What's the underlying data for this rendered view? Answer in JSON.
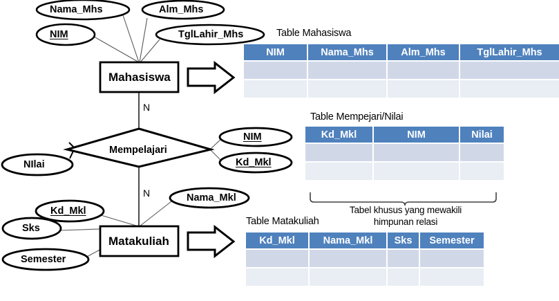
{
  "diagram": {
    "title": "ER Diagram - Mahasiswa Mempelajari Matakuliah",
    "colors": {
      "header_fill": "#4f81bd",
      "row_odd": "#d0d8e8",
      "row_even": "#e9edf4",
      "stroke": "#000000",
      "connector": "#595959"
    }
  },
  "entities": [
    {
      "id": "mahasiswa",
      "label": "Mahasiswa"
    },
    {
      "id": "matakuliah",
      "label": "Matakuliah"
    }
  ],
  "relationships": [
    {
      "id": "mempelajari",
      "label": "Mempelajari"
    }
  ],
  "attributes": {
    "mahasiswa": [
      {
        "label": "Nama_Mhs",
        "key": false
      },
      {
        "label": "NIM",
        "key": true
      },
      {
        "label": "Alm_Mhs",
        "key": false
      },
      {
        "label": "TglLahir_Mhs",
        "key": false
      }
    ],
    "mempelajari": [
      {
        "label": "NIlai",
        "key": false
      },
      {
        "label": "NIM",
        "key": true
      },
      {
        "label": "Kd_Mkl",
        "key": true
      }
    ],
    "matakuliah": [
      {
        "label": "Kd_Mkl",
        "key": true
      },
      {
        "label": "Sks",
        "key": false
      },
      {
        "label": "Semester",
        "key": false
      },
      {
        "label": "Nama_Mkl",
        "key": false
      }
    ]
  },
  "cardinalities": [
    {
      "id": "mahasiswa-mempelajari",
      "label": "N"
    },
    {
      "id": "mempelajari-matakuliah",
      "label": "N"
    }
  ],
  "tables": [
    {
      "id": "table-mahasiswa",
      "caption": "Table Mahasiswa",
      "columns": [
        "NIM",
        "Nama_Mhs",
        "Alm_Mhs",
        "TglLahir_Mhs"
      ],
      "rows": [
        [
          "",
          "",
          "",
          ""
        ],
        [
          "",
          "",
          "",
          ""
        ]
      ]
    },
    {
      "id": "table-mempejari-nilai",
      "caption": "Table Mempejari/Nilai",
      "columns": [
        "Kd_Mkl",
        "NIM",
        "Nilai"
      ],
      "rows": [
        [
          "",
          "",
          ""
        ],
        [
          "",
          "",
          ""
        ]
      ]
    },
    {
      "id": "table-matakuliah",
      "caption": "Table Matakuliah",
      "columns": [
        "Kd_Mkl",
        "Nama_Mkl",
        "Sks",
        "Semester"
      ],
      "rows": [
        [
          "",
          "",
          "",
          ""
        ],
        [
          "",
          "",
          "",
          ""
        ]
      ]
    }
  ],
  "annotations": {
    "brace_caption_line1": "Tabel khusus yang mewakili",
    "brace_caption_line2": "himpunan relasi"
  },
  "icons": {
    "arrow_mahasiswa": "block-arrow-right-icon",
    "arrow_matakuliah": "block-arrow-right-icon",
    "brace": "curly-brace-icon"
  }
}
